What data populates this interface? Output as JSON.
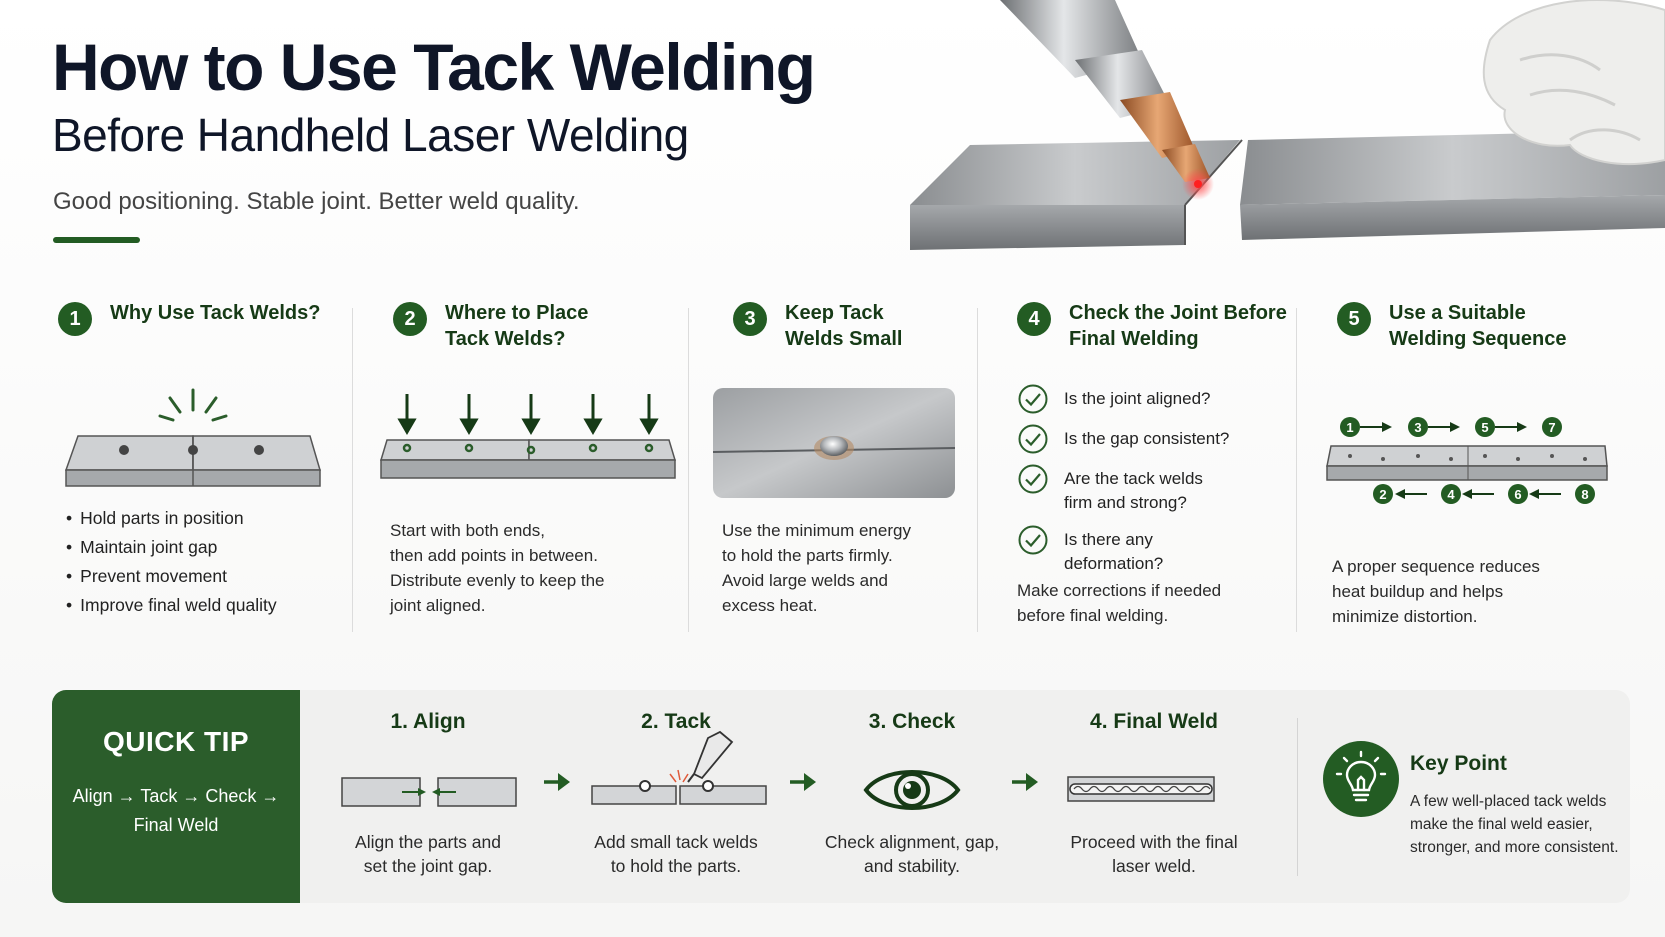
{
  "header": {
    "title": "How to Use Tack Welding",
    "subtitle": "Before Handheld Laser Welding",
    "tagline": "Good positioning. Stable joint. Better weld quality."
  },
  "columns": [
    {
      "number": "1",
      "title": "Why Use Tack Welds?",
      "bullets": [
        "Hold parts in position",
        "Maintain joint gap",
        "Prevent movement",
        "Improve final weld quality"
      ]
    },
    {
      "number": "2",
      "title": "Where to Place\nTack Welds?",
      "description": "Start with both ends,\nthen add points in between.\nDistribute evenly to keep the\njoint aligned."
    },
    {
      "number": "3",
      "title": "Keep Tack\nWelds Small",
      "description": "Use the minimum energy\nto hold the parts firmly.\nAvoid large welds and\nexcess heat."
    },
    {
      "number": "4",
      "title": "Check the Joint Before\nFinal Welding",
      "checks": [
        "Is the joint aligned?",
        "Is the gap consistent?",
        "Are the tack welds\nfirm and strong?",
        "Is there any\ndeformation?"
      ],
      "description": "Make corrections if needed\nbefore final welding."
    },
    {
      "number": "5",
      "title": "Use a Suitable\nWelding Sequence",
      "sequence_top": [
        "1",
        "3",
        "5",
        "7"
      ],
      "sequence_bottom": [
        "2",
        "4",
        "6",
        "8"
      ],
      "description": "A proper sequence reduces\nheat buildup and helps\nminimize distortion."
    }
  ],
  "quick_tip": {
    "title": "QUICK TIP",
    "text": "Align → Tack → Check →\nFinal Weld"
  },
  "steps": [
    {
      "title": "1. Align",
      "description": "Align the parts and\nset the joint gap."
    },
    {
      "title": "2. Tack",
      "description": "Add small tack welds\nto hold the parts."
    },
    {
      "title": "3. Check",
      "description": "Check alignment, gap,\nand stability."
    },
    {
      "title": "4. Final Weld",
      "description": "Proceed with the final\nlaser weld."
    }
  ],
  "key_point": {
    "title": "Key Point",
    "text": "A few well-placed tack welds\nmake the final weld easier,\nstronger, and more consistent."
  },
  "colors": {
    "accent": "#235c23",
    "tip_bg": "#2b5d2b",
    "band_bg": "#f0f0ef"
  }
}
